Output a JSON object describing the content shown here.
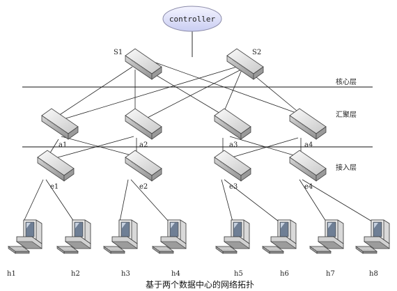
{
  "controller": {
    "label": "controller"
  },
  "core_switches": [
    {
      "id": "s1",
      "label": "S1"
    },
    {
      "id": "s2",
      "label": "S2"
    }
  ],
  "aggregation_switches": [
    {
      "id": "a1",
      "label": "a1"
    },
    {
      "id": "a2",
      "label": "a2"
    },
    {
      "id": "a3",
      "label": "a3"
    },
    {
      "id": "a4",
      "label": "a4"
    }
  ],
  "edge_switches": [
    {
      "id": "e1",
      "label": "e1"
    },
    {
      "id": "e2",
      "label": "e2"
    },
    {
      "id": "e3",
      "label": "e3"
    },
    {
      "id": "e4",
      "label": "e4"
    }
  ],
  "hosts": [
    {
      "id": "h1",
      "label": "h1"
    },
    {
      "id": "h2",
      "label": "h2"
    },
    {
      "id": "h3",
      "label": "h3"
    },
    {
      "id": "h4",
      "label": "h4"
    },
    {
      "id": "h5",
      "label": "h5"
    },
    {
      "id": "h6",
      "label": "h6"
    },
    {
      "id": "h7",
      "label": "h7"
    },
    {
      "id": "h8",
      "label": "h8"
    }
  ],
  "layers": {
    "core": "核心层",
    "aggregation": "汇聚层",
    "access": "接入层"
  },
  "links": [
    [
      "controller",
      "s1"
    ],
    [
      "controller",
      "s2"
    ],
    [
      "s1",
      "a1"
    ],
    [
      "s1",
      "a2"
    ],
    [
      "s1",
      "a3"
    ],
    [
      "s1",
      "a4"
    ],
    [
      "s2",
      "a1"
    ],
    [
      "s2",
      "a2"
    ],
    [
      "s2",
      "a3"
    ],
    [
      "s2",
      "a4"
    ],
    [
      "a1",
      "e1"
    ],
    [
      "a1",
      "e2"
    ],
    [
      "a2",
      "e1"
    ],
    [
      "a2",
      "e2"
    ],
    [
      "a3",
      "e3"
    ],
    [
      "a3",
      "e4"
    ],
    [
      "a4",
      "e3"
    ],
    [
      "a4",
      "e4"
    ],
    [
      "e1",
      "h1"
    ],
    [
      "e1",
      "h2"
    ],
    [
      "e2",
      "h3"
    ],
    [
      "e2",
      "h4"
    ],
    [
      "e3",
      "h5"
    ],
    [
      "e3",
      "h6"
    ],
    [
      "e4",
      "h7"
    ],
    [
      "e4",
      "h8"
    ]
  ],
  "caption": "基于两个数据中心的网络拓扑"
}
